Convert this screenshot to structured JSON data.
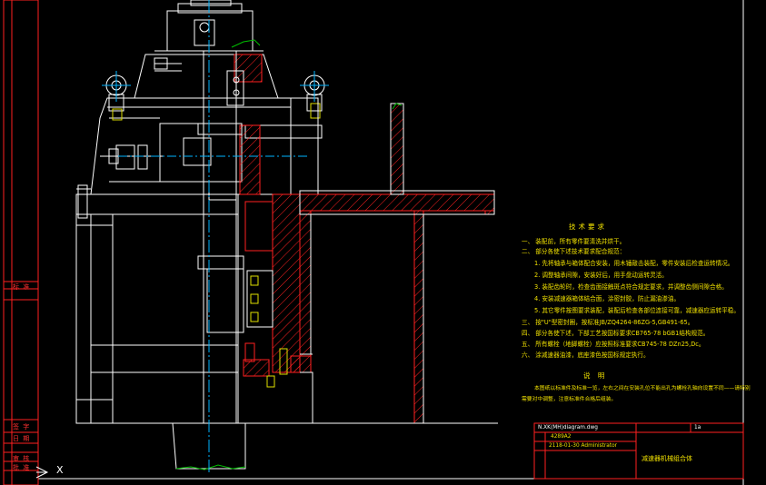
{
  "title_block": {
    "file_name": "N.XK(MH)diagram.dwg",
    "sheet_code": "4289A2",
    "date_user": "2118-01-30 Administrator",
    "drawing_title": "减速器机械组合体",
    "sheet_no": "1a"
  },
  "tech_notes": {
    "heading": "技术要求",
    "lines": [
      "一、 装配前，所有零件要清洗并烘干。",
      "二、 部分各使下述技术要求配合规范：",
      "1. 先将轴承与箱体配合安装，用木锤敲击装配，零件安装后检查运转情况。",
      "2. 调整轴承间隙，安装好后，用手盘动运转灵活。",
      "3. 装配齿轮时，检查齿面接触斑点符合规定要求，并调整齿侧间隙合格。",
      "4. 安装减速器箱体结合面，涂密封胶，防止漏油渗油。",
      "5. 其它零件按图要求装配，装配后检查各部位连接可靠，减速器应运转平稳。"
    ],
    "std_lines": [
      "三、 按\"U\"型密封圈，按标准JB/ZQ4264-86ZG-5,GB491-65。",
      "四、 部分各使下述，下部工艺按国标要求CB765-78 bGB1结构规范。",
      "五、 所有螺栓（地脚螺栓）应按照标准要求CB745-78 DZn25,Dc。",
      "六、 涂减速器油漆，底座漆色按国标规定执行。"
    ],
    "explain_heading": "说 明",
    "explain_lines": [
      "本图纸以标准件及标准一览，左右之间在安装孔位不能出孔为螺栓孔轴向设置不同——请特别",
      "需要对中调整，注意标准件合格后组装。"
    ]
  },
  "left_strip": {
    "labels": [
      "标 准",
      "签 字",
      "日 期",
      "审 核",
      "批 准"
    ]
  },
  "ucs_icon": {
    "axis_x": "X"
  },
  "colors": {
    "background": "#000000",
    "outline": "#ffffff",
    "section": "#ff2020",
    "centerline": "#00b4ff",
    "notes": "#f0e000",
    "green": "#00c000",
    "yellow": "#e0e000"
  }
}
